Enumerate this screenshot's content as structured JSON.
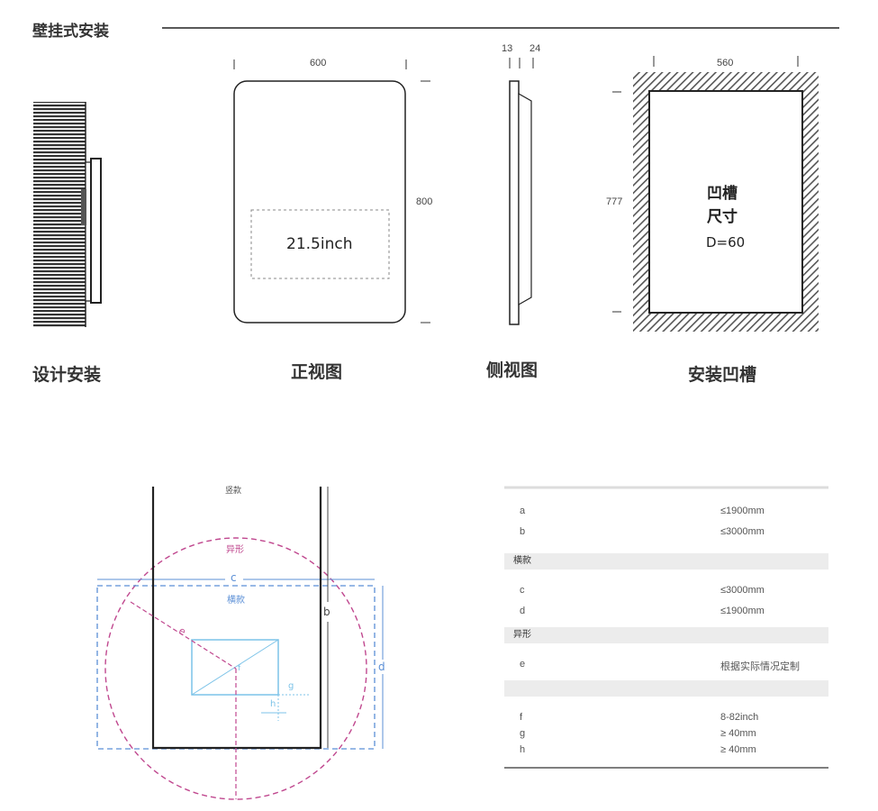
{
  "header": {
    "title": "壁挂式安装"
  },
  "views": {
    "design": {
      "caption": "设计安装"
    },
    "front": {
      "caption": "正视图",
      "width_label": "600",
      "height_label": "800",
      "screen_label": "21.5inch"
    },
    "side": {
      "caption": "侧视图",
      "dim_a": "13",
      "dim_b": "24"
    },
    "recess": {
      "caption": "安装凹槽",
      "width_label": "560",
      "height_label": "777",
      "label_line1": "凹槽",
      "label_line2": "尺寸",
      "depth": "D=60"
    }
  },
  "diagram": {
    "vertical_label": "竖款",
    "irregular_label": "异形",
    "horizontal_label": "横款",
    "letters": {
      "c": "c",
      "b": "b",
      "d": "d",
      "e": "e",
      "f": "f",
      "g": "g",
      "h": "h"
    },
    "colors": {
      "vertical": "#222222",
      "horizontal": "#5b8fd6",
      "irregular": "#c0488f",
      "screen": "#7cc3e8"
    }
  },
  "spec_table": {
    "rows": [
      {
        "key": "a",
        "value": "≤1900mm"
      },
      {
        "key": "b",
        "value": "≤3000mm"
      }
    ],
    "section_horizontal": "横款",
    "rows_horizontal": [
      {
        "key": "c",
        "value": "≤3000mm"
      },
      {
        "key": "d",
        "value": "≤1900mm"
      }
    ],
    "section_irregular": "异形",
    "rows_irregular": [
      {
        "key": "e",
        "value": "根据实际情况定制"
      }
    ],
    "rows_screen": [
      {
        "key": "f",
        "value": "8-82inch"
      },
      {
        "key": "g",
        "value": "≥ 40mm"
      },
      {
        "key": "h",
        "value": "≥ 40mm"
      }
    ]
  }
}
